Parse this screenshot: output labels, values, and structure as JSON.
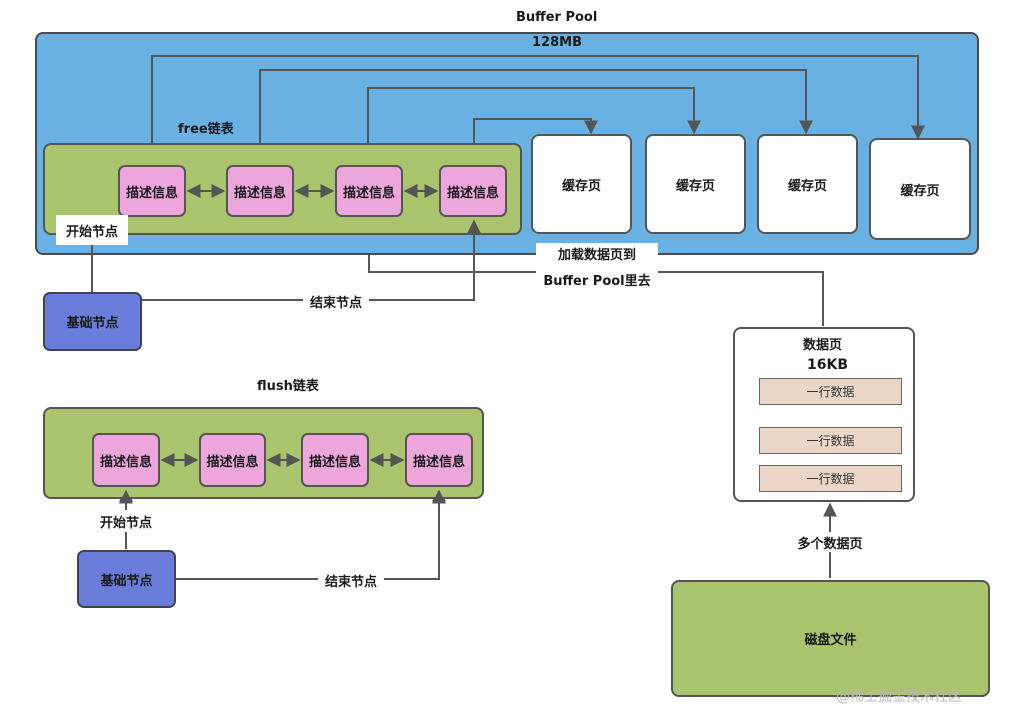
{
  "buffer_pool": {
    "title": "Buffer Pool",
    "size": "128MB",
    "free_list_title": "free链表",
    "descriptor_label": "描述信息",
    "cache_page_label": "缓存页",
    "start_node_label": "开始节点",
    "end_node_label": "结束节点",
    "base_node_label": "基础节点"
  },
  "load_label": {
    "line1": "加载数据页到",
    "line2": "Buffer Pool里去"
  },
  "flush_list": {
    "title": "flush链表",
    "descriptor_label": "描述信息",
    "start_node_label": "开始节点",
    "end_node_label": "结束节点",
    "base_node_label": "基础节点"
  },
  "data_page": {
    "title": "数据页",
    "size": "16KB",
    "row_label": "一行数据",
    "arrow_label": "多个数据页"
  },
  "disk": {
    "label": "磁盘文件"
  },
  "watermark": "@稀土掘金技术社区"
}
